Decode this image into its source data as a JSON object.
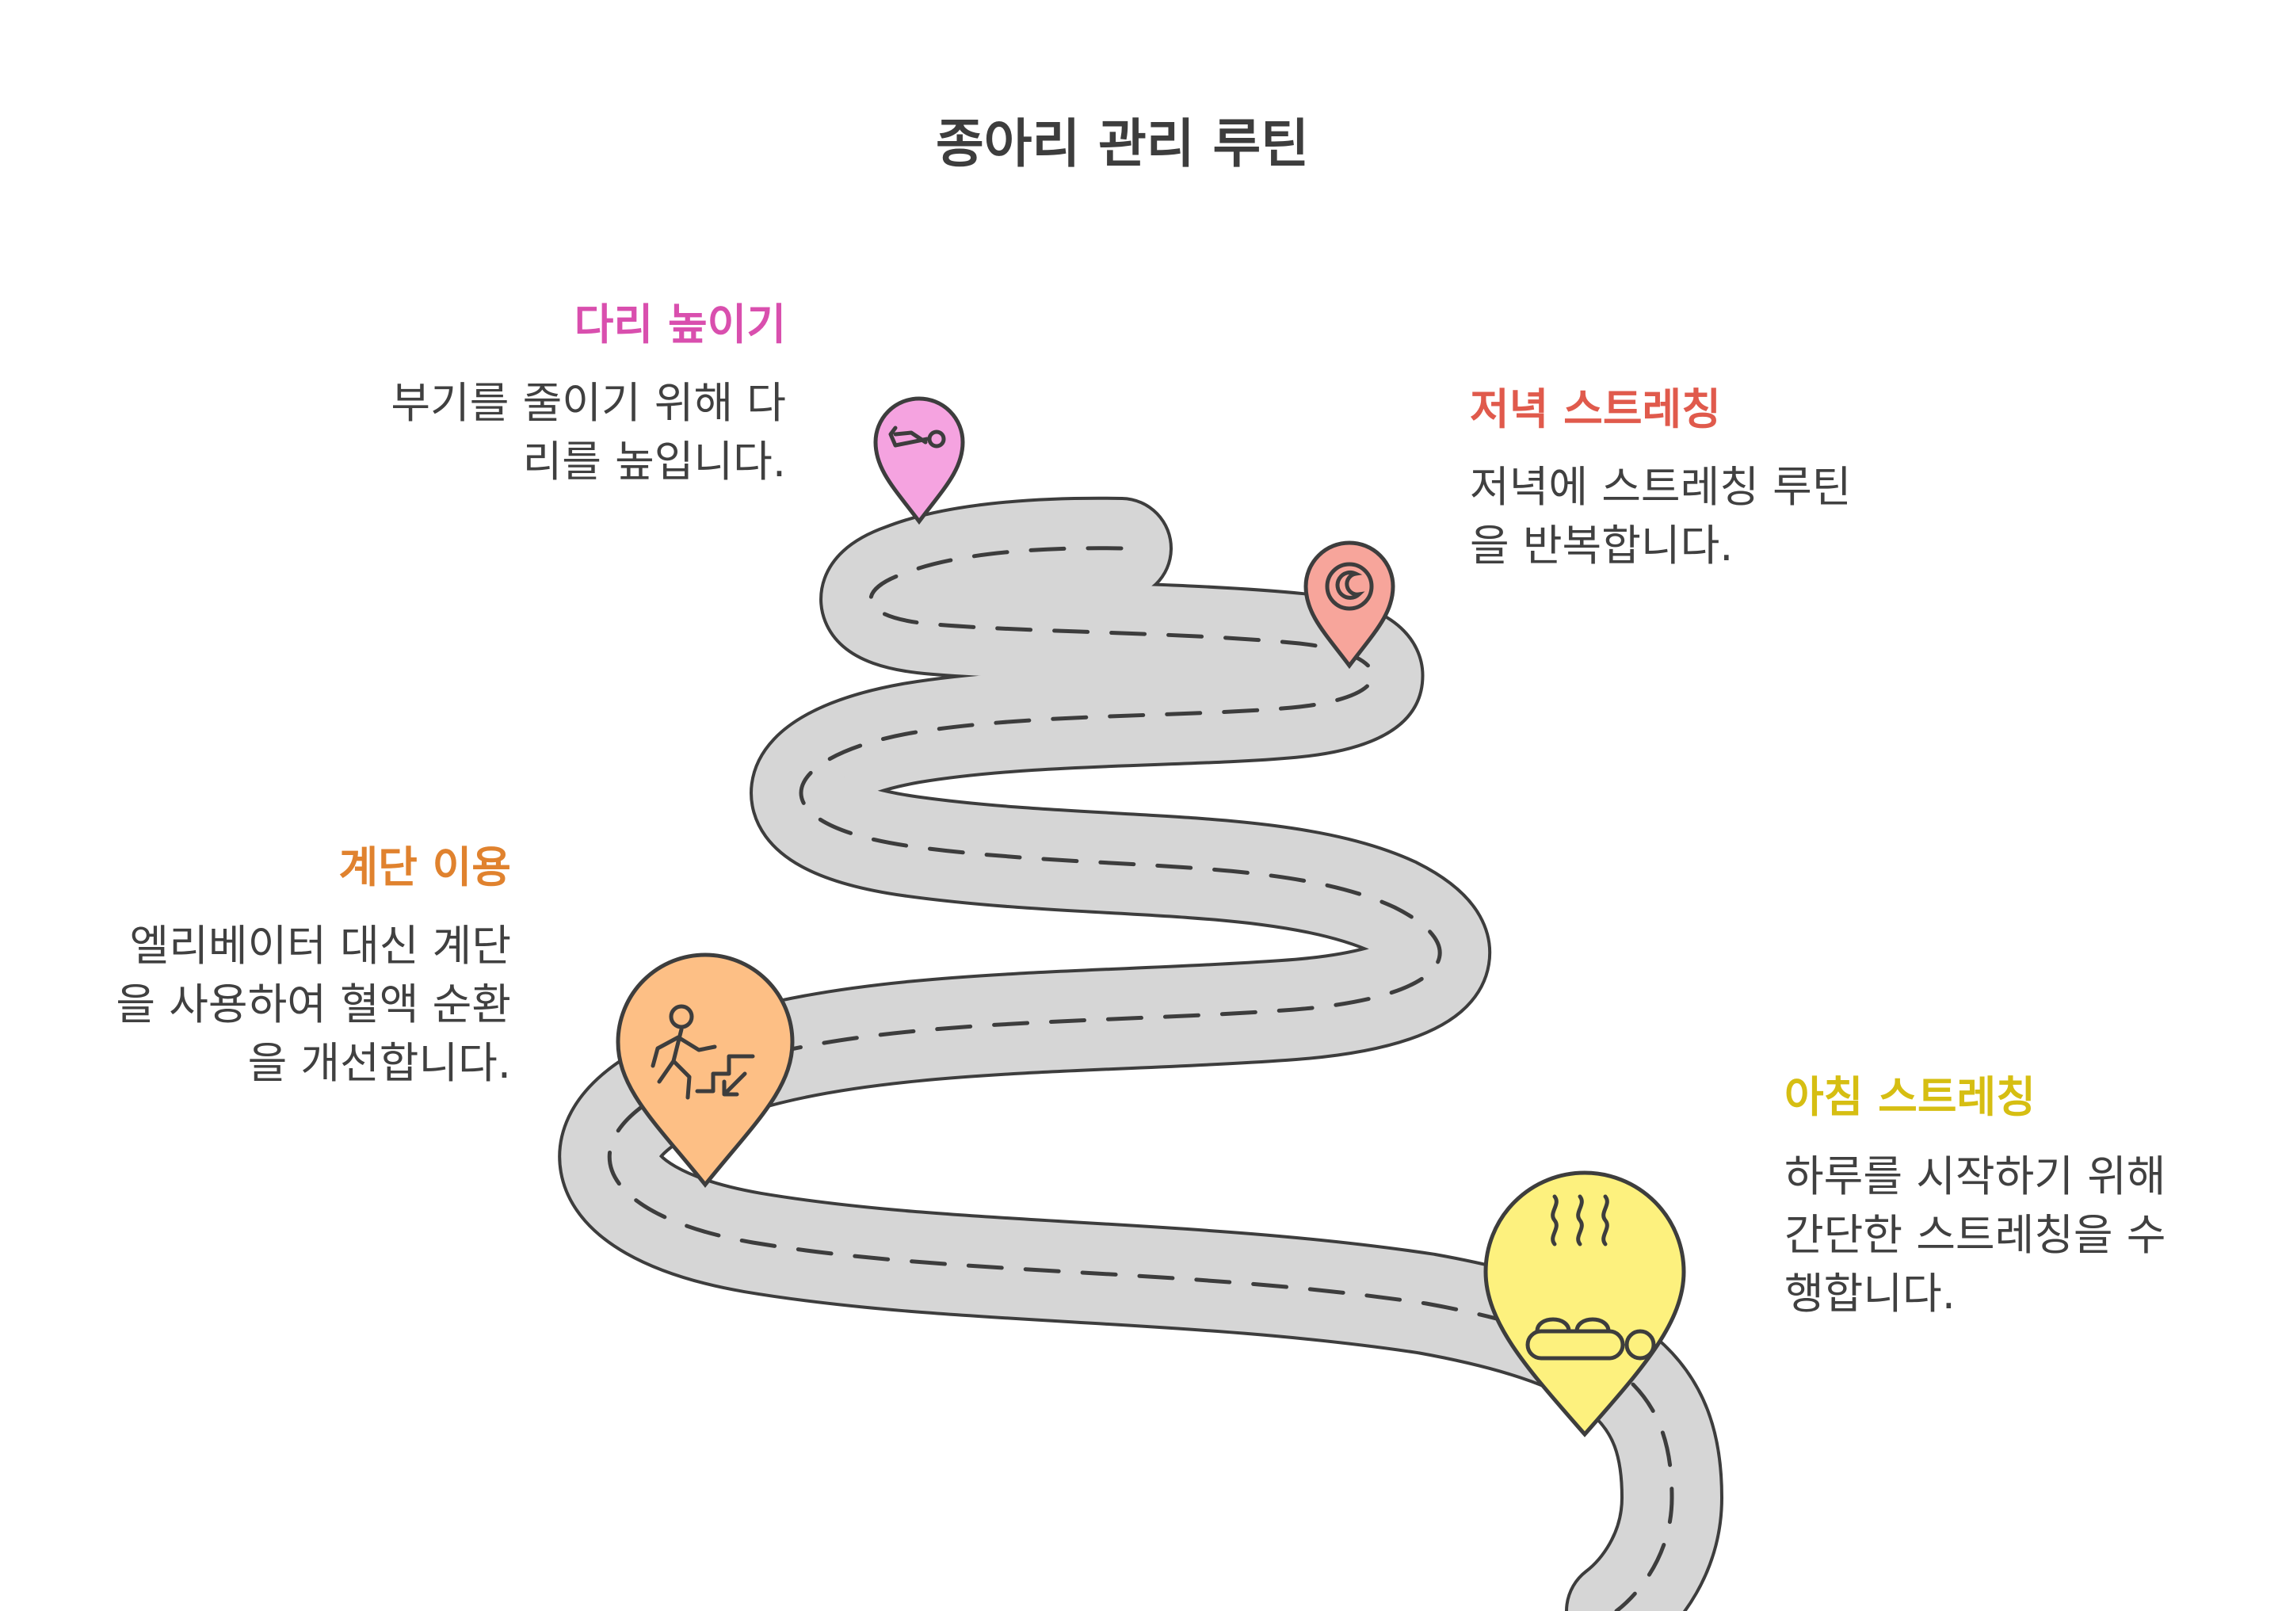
{
  "title": "종아리 관리 루틴",
  "steps": {
    "leg_raise": {
      "heading": "다리 높이기",
      "line1": "부기를 줄이기 위해 다",
      "line2": "리를 높입니다.",
      "color": "#d94fae",
      "marker_color": "#f5a3e0",
      "icon": "lying-person-icon"
    },
    "evening_stretch": {
      "heading": "저녁 스트레칭",
      "line1": "저녁에 스트레칭 루틴",
      "line2": "을 반복합니다.",
      "color": "#e05a4c",
      "marker_color": "#f7a59b",
      "icon": "moon-icon"
    },
    "stairs": {
      "heading": "계단 이용",
      "line1": "엘리베이터 대신 계단",
      "line2": "을 사용하여 혈액 순환",
      "line3": "을 개선합니다.",
      "color": "#e0822e",
      "marker_color": "#fdbf85",
      "icon": "person-climbing-stairs-icon"
    },
    "morning_stretch": {
      "heading": "아침 스트레칭",
      "line1": "하루를 시작하기 위해",
      "line2": "간단한 스트레칭을 수",
      "line3": "행합니다.",
      "color": "#d6be12",
      "marker_color": "#fdf17e",
      "icon": "person-in-warm-bed-icon"
    }
  },
  "road_color": "#d6d6d6",
  "outline_color": "#3d3d3d"
}
